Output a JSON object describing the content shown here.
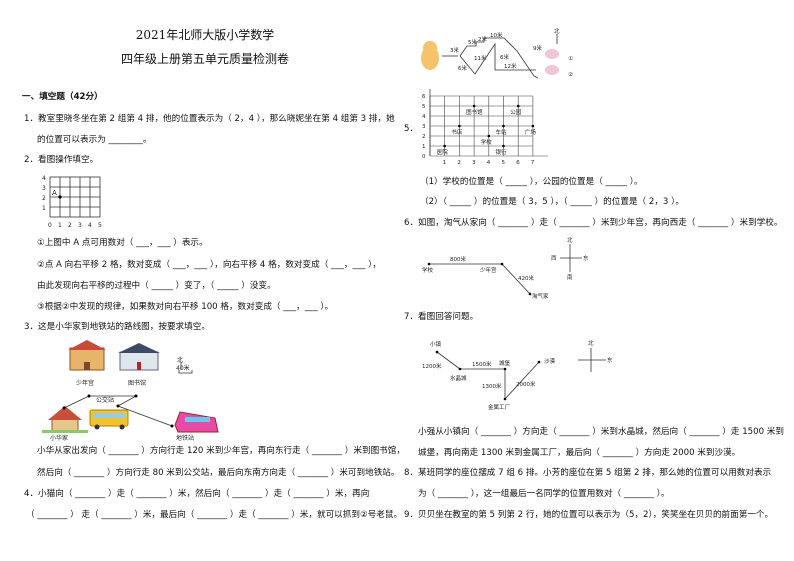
{
  "header": {
    "title1": "2021年北师大版小学数学",
    "title2": "四年级上册第五单元质量检测卷"
  },
  "section1": "一、填空题（42分）",
  "q1": {
    "line1": "1．教室里晓冬坐在第 2 组第 4 排，他的位置表示为（ 2，4 ），那么晓妮坐在第 4 组第 3 排，她",
    "line2": "的位置可以表示为 ________。"
  },
  "q2": {
    "intro": "2．看图操作填空。",
    "grid_y": [
      "4",
      "3",
      "2",
      "1"
    ],
    "grid_x": [
      "0",
      "1",
      "2",
      "3",
      "4",
      "5"
    ],
    "point": "A",
    "s1": "①上图中 A 点可用数对（ ___，___ ）表示。",
    "s2": "②点 A 向右平移 2 格，数对变成（ ___，___ ），向右平移 4 格，数对变成（ ___，___ ），",
    "s3": "由此发现向右平移的过程中（ _____ ）变了，（ _____ ）没变。",
    "s4": "③根据②中发现的规律，如果数对向右平移 100 格，数对变成（ ___，___ ）。"
  },
  "q3": {
    "intro": "3．这是小华家到地铁站的路线图，按要求填空。",
    "labels": {
      "palace": "少年宫",
      "library": "图书馆",
      "bus": "公交站",
      "home": "小华家",
      "subway": "地铁站",
      "north": "北",
      "scale": "40米"
    },
    "line1": "小华从家出发向（ _______ ）方向行走 120 米到少年宫，再向东行走（ _______ ）米到图书馆，",
    "line2": "然后向（ _______ ）方向行走 80 米到公交站，最后向东南方向走（ _______ ）米可到地铁站。"
  },
  "q4": {
    "line1": "4．小猫向（ _______ ）走（ _______ ）米，然后向（ _______ ）走（ _______ ）米，再向",
    "line2": "（ _______ ）  走（ _______ ）米，最后向（ _______ ）走（ _______ ）米，就可以抓到②号老鼠。",
    "labels": {
      "d3": "3米",
      "d5": "5米",
      "d2": "2米",
      "d10": "10米",
      "d11": "11米",
      "d6a": "6米",
      "d6b": "6米",
      "d12": "12米",
      "d9": "9米",
      "north": "北",
      "m1": "①",
      "m2": "②"
    }
  },
  "q5": {
    "num": "5．",
    "y": [
      "6",
      "5",
      "4",
      "3",
      "2",
      "1",
      "0"
    ],
    "x": [
      "1",
      "2",
      "3",
      "4",
      "5",
      "6",
      "7"
    ],
    "places": [
      {
        "name": "医院",
        "x": 1,
        "y": 1
      },
      {
        "name": "书店",
        "x": 2,
        "y": 3
      },
      {
        "name": "图书馆",
        "x": 3,
        "y": 5
      },
      {
        "name": "学校",
        "x": 4,
        "y": 2
      },
      {
        "name": "车站",
        "x": 5,
        "y": 3
      },
      {
        "name": "银行",
        "x": 5,
        "y": 1
      },
      {
        "name": "公园",
        "x": 6,
        "y": 5
      },
      {
        "name": "广场",
        "x": 7,
        "y": 3
      }
    ],
    "s1": "（1）学校的位置是（ _____ ），公园的位置是（ _____ ）。",
    "s2": "（2）（ _____ ）的位置是（ 3，5 ），（ _____ ）的位置是（ 2，3 ）。"
  },
  "q6": {
    "line": "6．如图，淘气从家向（ _______ ）走（ _______ ）米到少年宫，再向西走（ _______ ）米到学校。",
    "labels": {
      "school": "学校",
      "palace": "少年宫",
      "home": "淘气家",
      "d800": "800米",
      "d420": "420米",
      "n": "北",
      "s": "南",
      "w": "西",
      "e": "东"
    }
  },
  "q7": {
    "intro": "7．看图回答问题。",
    "labels": {
      "town": "小镇",
      "crystal": "水晶城",
      "castle": "城堡",
      "factory": "金属工厂",
      "desert": "沙漠",
      "d1200": "1200米",
      "d1500": "1500米",
      "d1300": "1300米",
      "d2000": "2000米",
      "n": "北",
      "e": "东"
    },
    "line1": "小强从小镇向（ _______ ）方向走（ _______ ）米到水晶城，然后向（ _______ ）走 1500 米到",
    "line2": "城堡，再向南走 1300 米到金属工厂，最后向（ _______ ）方向走 2000 米到沙漠。"
  },
  "q8": {
    "line1": "8．某班同学的座位摆成 7 组 6 排。小芳的座位在第 5 组第 2 排，那么她的位置可以用数对表示",
    "line2": "为（ _______ ），这一组最后一名同学的位置用数对（ _______ ）。"
  },
  "q9": {
    "line": "9．贝贝坐在教室的第 5 列第 2 行，她的位置可以表示为（5，2），笑笑坐在贝贝的前面第一个。"
  }
}
